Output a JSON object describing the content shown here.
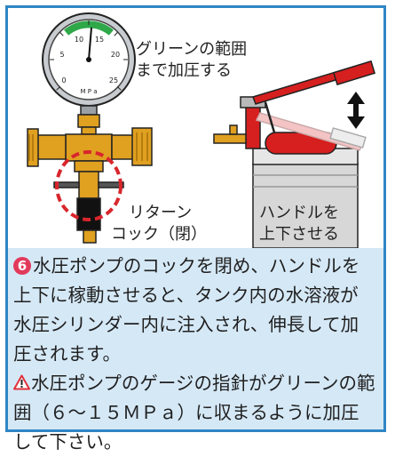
{
  "gauge": {
    "unit": "M P a",
    "ticks": [
      "0",
      "5",
      "10",
      "15",
      "20",
      "25"
    ]
  },
  "labels": {
    "green_range": [
      "グリーンの範囲",
      "まで加圧する"
    ],
    "return_cock": [
      "リターン",
      "コック（閉）"
    ],
    "handle": [
      "ハンドルを",
      "上下させる"
    ]
  },
  "step": {
    "number": "6",
    "text": "水圧ポンプのコックを閉め、ハンドルを上下に稼動させると、タンク内の水溶液が水圧シリンダー内に注入され、伸長して加圧されます。"
  },
  "caution": {
    "text": "水圧ポンプのゲージの指針がグリーンの範囲（６～１５ＭＰａ）に収まるように加圧して下さい。"
  },
  "colors": {
    "border": "#2f86c5",
    "panel": "#d5e8f6",
    "brass": "#e0a020",
    "highlight": "#d8262c",
    "pump_red": "#d61f1f"
  }
}
